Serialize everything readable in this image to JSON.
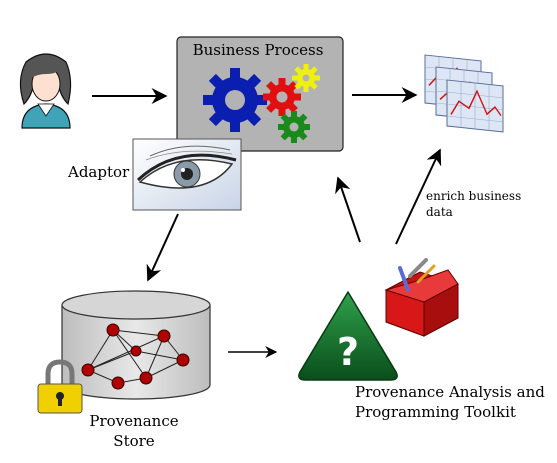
{
  "nodes": {
    "business_process": "Business Process",
    "adaptor": "Adaptor",
    "provenance_store": [
      "Provenance",
      "Store"
    ],
    "toolkit": [
      "Provenance Analysis and",
      "Programming Toolkit"
    ]
  },
  "edges": {
    "enrich": [
      "enrich business",
      "data"
    ]
  },
  "icons": {
    "user": "user-icon",
    "gears": "gears-icon",
    "charts": "charts-icon",
    "eye": "eye-icon",
    "database": "database-icon",
    "lock": "padlock-icon",
    "question": "question-icon",
    "toolbox": "toolbox-icon"
  },
  "colors": {
    "process_box": "#b3b3b3",
    "gear_blue": "#0a1fb0",
    "gear_red": "#e01010",
    "gear_yellow": "#f0f010",
    "gear_green": "#1a8a1a",
    "graph_node": "#b00000",
    "question_green": "#0d6e2a",
    "lock_yellow": "#f0d000",
    "toolbox_red": "#d81818"
  }
}
